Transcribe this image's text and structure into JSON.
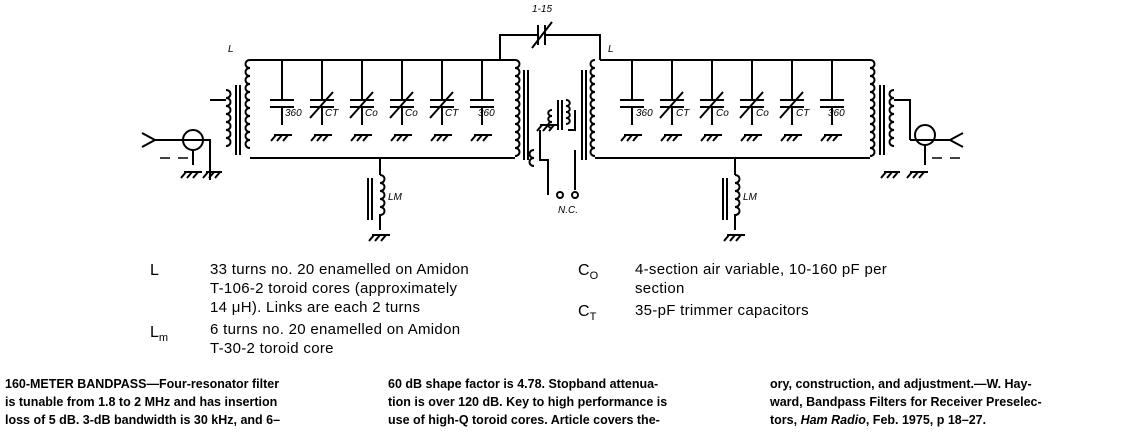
{
  "schematic": {
    "labels": {
      "inductor_left": "L",
      "inductor_right": "L",
      "cap_top": "1-15",
      "cap_360": "360",
      "ct": "CT",
      "co": "Co",
      "lm": "LM",
      "nc": "N.C."
    }
  },
  "legend": {
    "L": {
      "symbol": "L",
      "lines": [
        "33 turns no. 20 enamelled on Amidon",
        "T-106-2 toroid cores (approximately",
        "14 μH). Links are each 2 turns"
      ]
    },
    "Lm": {
      "symbol": "L",
      "sub": "m",
      "lines": [
        "6 turns no. 20 enamelled on Amidon",
        "T-30-2 toroid core"
      ]
    },
    "Co": {
      "symbol": "C",
      "sub": "O",
      "lines": [
        "4-section air variable, 10-160 pF per",
        "section"
      ]
    },
    "CT": {
      "symbol": "C",
      "sub": "T",
      "lines": [
        "35-pF trimmer capacitors"
      ]
    }
  },
  "caption": {
    "col1": [
      "160-METER BANDPASS—Four-resonator filter",
      "is tunable from 1.8 to 2 MHz and has insertion",
      "loss of 5 dB. 3-dB bandwidth is 30 kHz, and 6–"
    ],
    "col2": [
      "60 dB shape factor is 4.78. Stopband attenua-",
      "tion is over 120 dB. Key to high performance is",
      "use of high-Q toroid cores. Article covers the-"
    ],
    "col3_line1": "ory, construction, and adjustment.—W. Hay-",
    "col3_line2": "ward, Bandpass Filters for Receiver Preselec-",
    "col3_line3_pre": "tors, ",
    "col3_line3_italic": "Ham Radio",
    "col3_line3_post": ", Feb. 1975, p 18–27."
  }
}
